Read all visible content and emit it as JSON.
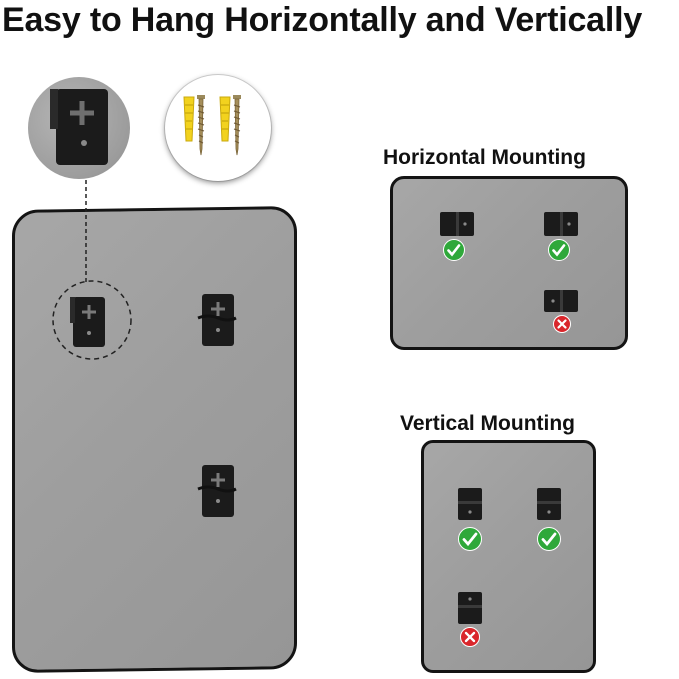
{
  "headline": "Easy to Hang Horizontally and Vertically",
  "horizontal": {
    "title": "Horizontal Mounting"
  },
  "vertical": {
    "title": "Vertical Mounting"
  },
  "colors": {
    "frame": "#141414",
    "glass": "#9e9e9e",
    "bracket": "#1a1a1a",
    "ok": "#2fa83a",
    "bad": "#d9262b"
  },
  "icons": [
    "check-badge-icon",
    "cross-badge-icon",
    "wall-anchor-icon",
    "screw-icon",
    "mounting-bracket-icon"
  ]
}
